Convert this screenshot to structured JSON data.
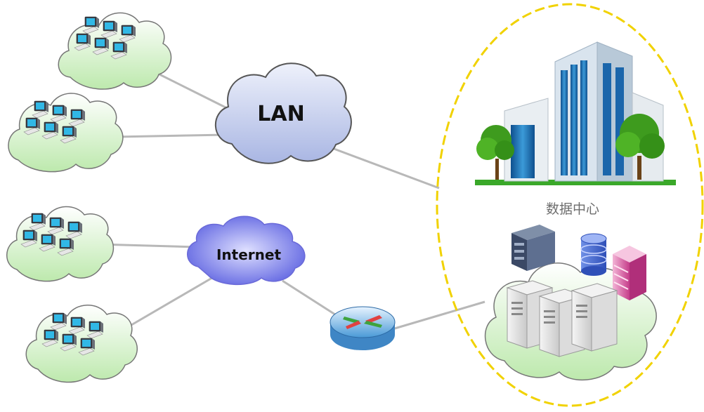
{
  "labels": {
    "lan": "LAN",
    "internet": "Internet",
    "datacenter": "数据中心"
  },
  "colors": {
    "lan_cloud": "#b9c4ea",
    "internet_cloud": "#6f73e6",
    "client_cloud": "#d8f1cf",
    "datacenter_border": "#f1d200",
    "link_line": "#b5b5b5",
    "building_glass": "#1d6fb3",
    "tree_green": "#3e9b1e"
  },
  "icons": {
    "workstation_group": "computer-cluster-icon",
    "router": "router-icon",
    "building": "office-building-icon",
    "server": "server-icon",
    "database": "database-icon"
  }
}
